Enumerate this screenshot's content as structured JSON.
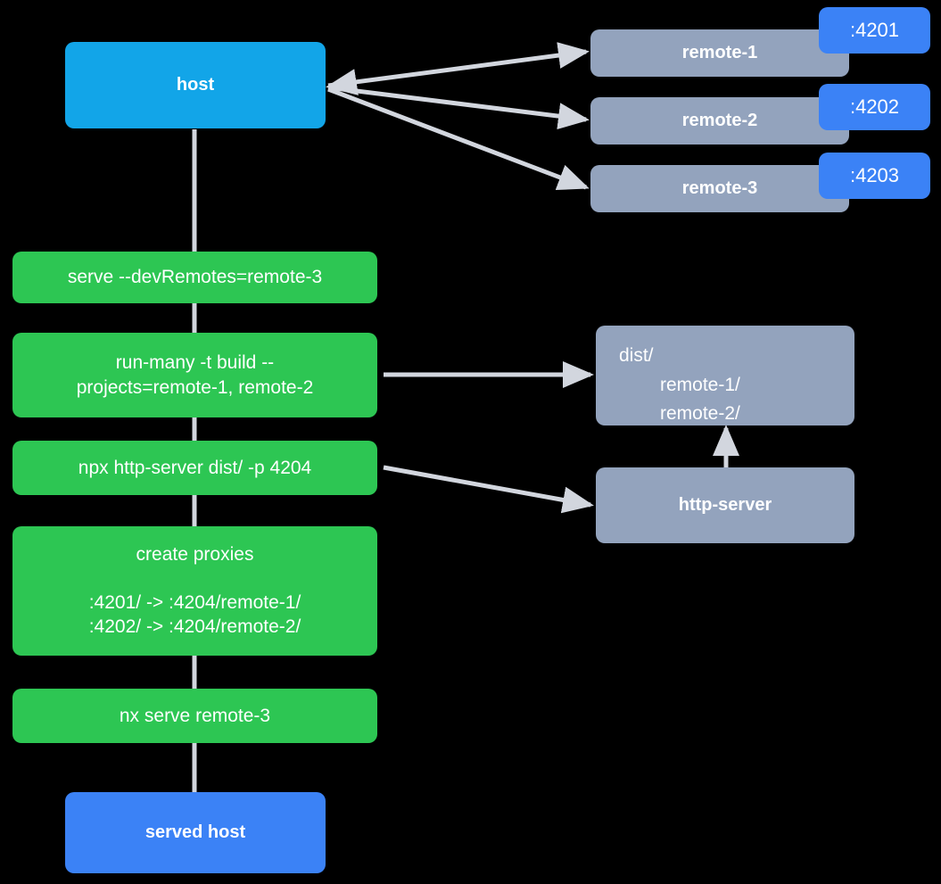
{
  "diagram": {
    "title": "nx host and remotes serving topology",
    "colors": {
      "background": "#000000",
      "host": "#12a5e8",
      "served_host": "#3b82f6",
      "remote": "#93a3bd",
      "command": "#2dc653",
      "port_badge": "#3b82f6",
      "connector": "#d2d6de",
      "text": "#ffffff"
    }
  },
  "nodes": {
    "host": {
      "label": "host"
    },
    "served_host": {
      "label": "served host"
    },
    "remotes": [
      {
        "label": "remote-1",
        "port": ":4201"
      },
      {
        "label": "remote-2",
        "port": ":4202"
      },
      {
        "label": "remote-3",
        "port": ":4203"
      }
    ],
    "dist": {
      "line1": "dist/",
      "line2": "remote-1/",
      "line3": "remote-2/"
    },
    "http_server": {
      "label": "http-server"
    }
  },
  "commands": [
    {
      "label": "serve --devRemotes=remote-3"
    },
    {
      "label": "run-many -t build --\nprojects=remote-1, remote-2"
    },
    {
      "label": "npx http-server dist/ -p 4204"
    },
    {
      "title": "create proxies",
      "mapping_1": ":4201/ -> :4204/remote-1/",
      "mapping_2": ":4202/ -> :4204/remote-2/"
    },
    {
      "label": "nx serve remote-3"
    }
  ]
}
